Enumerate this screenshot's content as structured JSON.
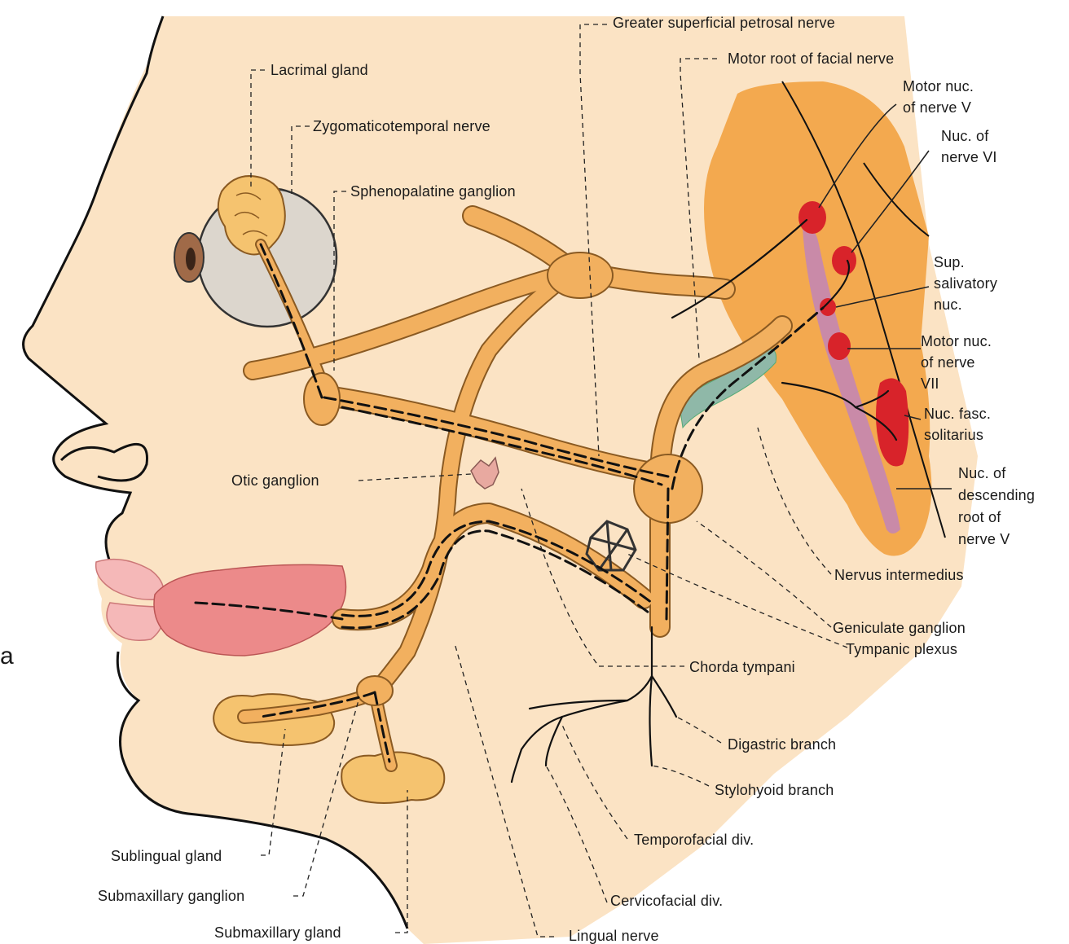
{
  "figure_letter": "a",
  "colors": {
    "skin": "#fbe3c4",
    "nerve": "#f2b05f",
    "brainstem": "#f3a94f",
    "nucleus": "#d8232a",
    "descending_root": "#c98aa8",
    "teal": "#8fb8a8",
    "lips": "#f5b8b8",
    "tongue": "#ec8a8a"
  },
  "labels": {
    "greater_superficial_petrosal": "Greater superficial petrosal nerve",
    "motor_root_facial": "Motor root of facial nerve",
    "lacrimal_gland": "Lacrimal gland",
    "zygomaticotemporal": "Zygomaticotemporal nerve",
    "sphenopalatine": "Sphenopalatine ganglion",
    "motor_nuc_v_1": "Motor nuc.",
    "motor_nuc_v_2": "of nerve V",
    "nuc_vi_1": "Nuc. of",
    "nuc_vi_2": "nerve VI",
    "sup_sal_1": "Sup.",
    "sup_sal_2": "salivatory",
    "sup_sal_3": "nuc.",
    "motor_nuc_vii_1": "Motor nuc.",
    "motor_nuc_vii_2": "of nerve",
    "motor_nuc_vii_3": "VII",
    "nuc_fasc_1": "Nuc. fasc.",
    "nuc_fasc_2": "solitarius",
    "nuc_desc_1": "Nuc. of",
    "nuc_desc_2": "descending",
    "nuc_desc_3": "root of",
    "nuc_desc_4": "nerve V",
    "otic_ganglion": "Otic ganglion",
    "nervus_intermedius": "Nervus intermedius",
    "geniculate_ganglion": "Geniculate ganglion",
    "tympanic_plexus": "Tympanic plexus",
    "chorda_tympani": "Chorda tympani",
    "digastric_branch": "Digastric branch",
    "stylohyoid_branch": "Stylohyoid branch",
    "temporofacial_div": "Temporofacial div.",
    "cervicofacial_div": "Cervicofacial div.",
    "sublingual_gland": "Sublingual gland",
    "submaxillary_ganglion": "Submaxillary ganglion",
    "submaxillary_gland": "Submaxillary gland",
    "lingual_nerve": "Lingual nerve"
  }
}
